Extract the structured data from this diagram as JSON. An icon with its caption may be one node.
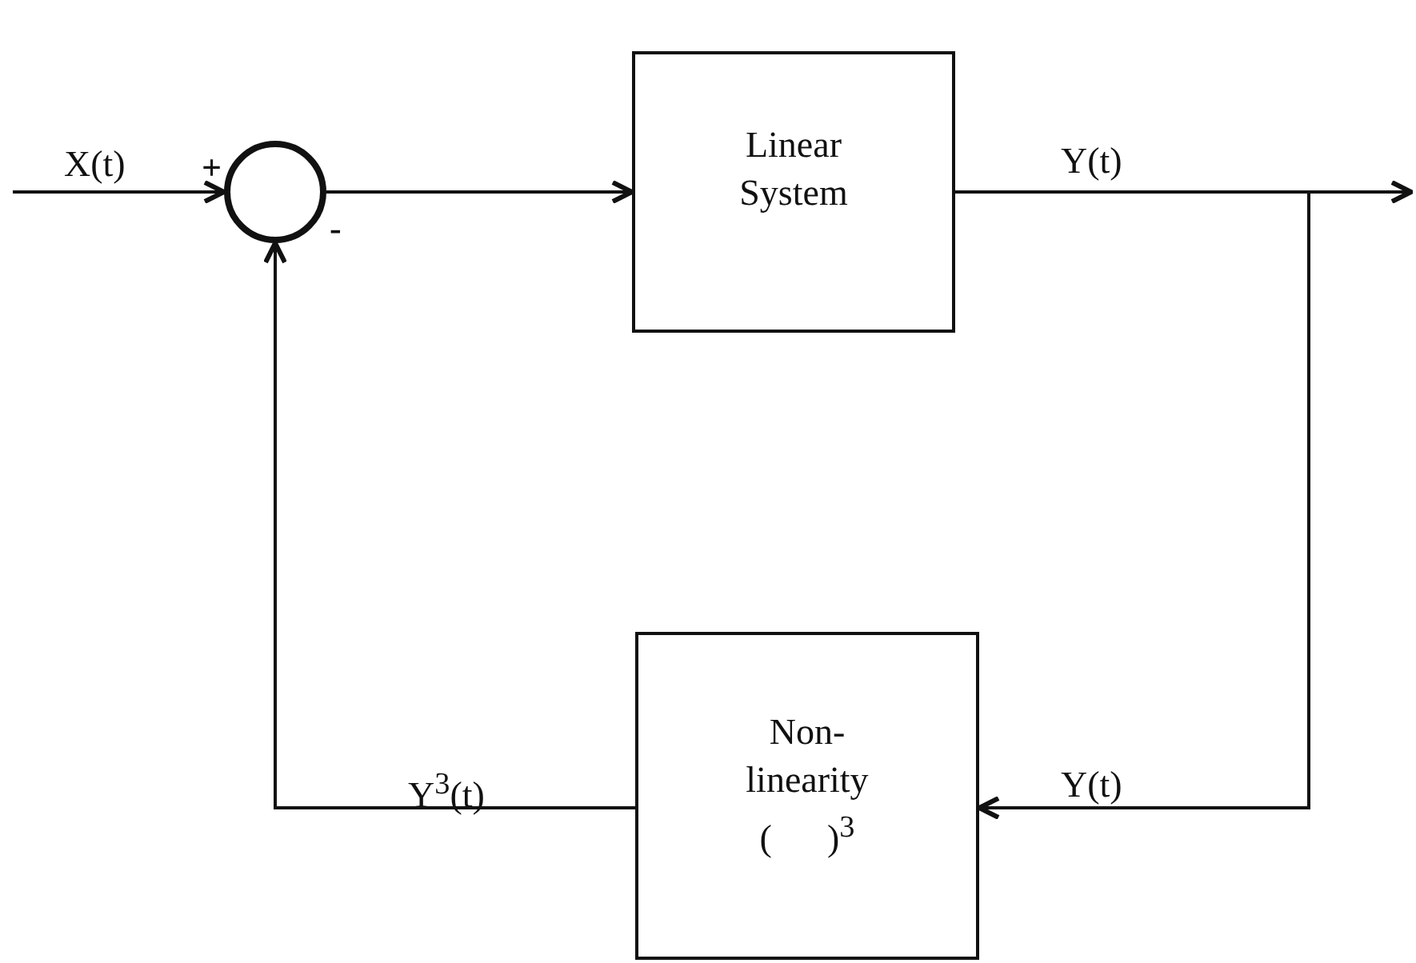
{
  "diagram": {
    "nodes": [
      {
        "text": [],
        "shape": "circle"
      },
      {
        "text": [
          "Linear System"
        ]
      },
      {
        "text": [
          "Non- linearity",
          "(      )$^{3}$"
        ]
      }
    ],
    "edges": [
      {
        "from": null,
        "to": 0,
        "arrow": "to",
        "label": "X(t)"
      },
      {
        "from": 0,
        "to": 1,
        "arrow": "to"
      },
      {
        "from": 1,
        "to": null,
        "arrow": "to",
        "label": "Y(t)"
      },
      {
        "from": 1,
        "to": 2,
        "arrow": "to",
        "label": "Y(t)"
      },
      {
        "from": 2,
        "to": 0,
        "arrow": "to",
        "label": "Y$^{3}$(t)"
      }
    ],
    "labels": [
      "+",
      "-"
    ]
  }
}
